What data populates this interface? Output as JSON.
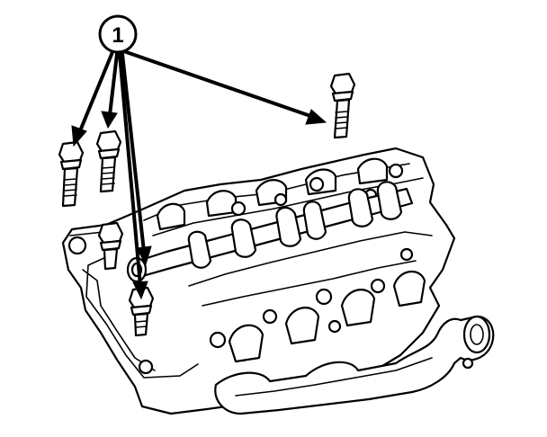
{
  "diagram": {
    "callout": {
      "label": "1",
      "target_count": 5
    },
    "parts": [
      {
        "name": "cylinder-head"
      },
      {
        "name": "camshaft"
      },
      {
        "name": "exhaust-manifold"
      },
      {
        "name": "cylinder-head-bolt"
      }
    ]
  }
}
